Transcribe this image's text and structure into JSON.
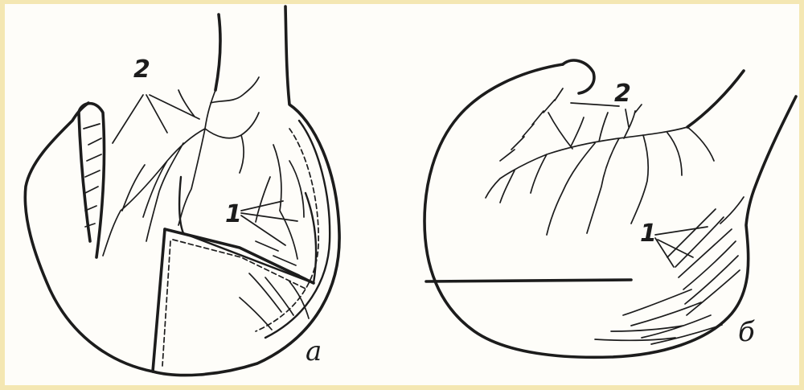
{
  "panels": [
    {
      "id": "a",
      "letter": "а",
      "callouts": [
        "2",
        "1"
      ]
    },
    {
      "id": "b",
      "letter": "б",
      "callouts": [
        "2",
        "1"
      ]
    }
  ]
}
